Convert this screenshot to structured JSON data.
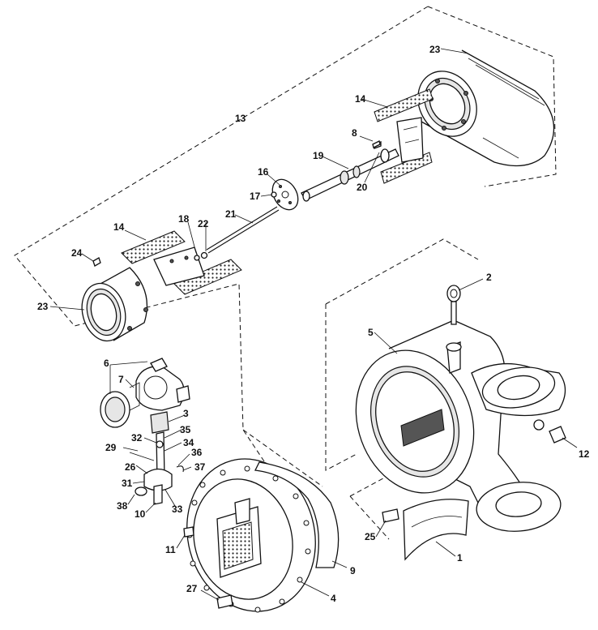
{
  "callouts": {
    "c1": "1",
    "c2": "2",
    "c3": "3",
    "c4": "4",
    "c5": "5",
    "c6": "6",
    "c7": "7",
    "c8": "8",
    "c9": "9",
    "c10": "10",
    "c11": "11",
    "c12": "12",
    "c13": "13",
    "c14a": "14",
    "c14b": "14",
    "c16": "16",
    "c17": "17",
    "c18": "18",
    "c19": "19",
    "c20": "20",
    "c21": "21",
    "c22": "22",
    "c23a": "23",
    "c23b": "23",
    "c24": "24",
    "c25": "25",
    "c26": "26",
    "c27": "27",
    "c29": "29",
    "c31": "31",
    "c32": "32",
    "c33": "33",
    "c34": "34",
    "c35": "35",
    "c36": "36",
    "c37": "37",
    "c38": "38"
  }
}
